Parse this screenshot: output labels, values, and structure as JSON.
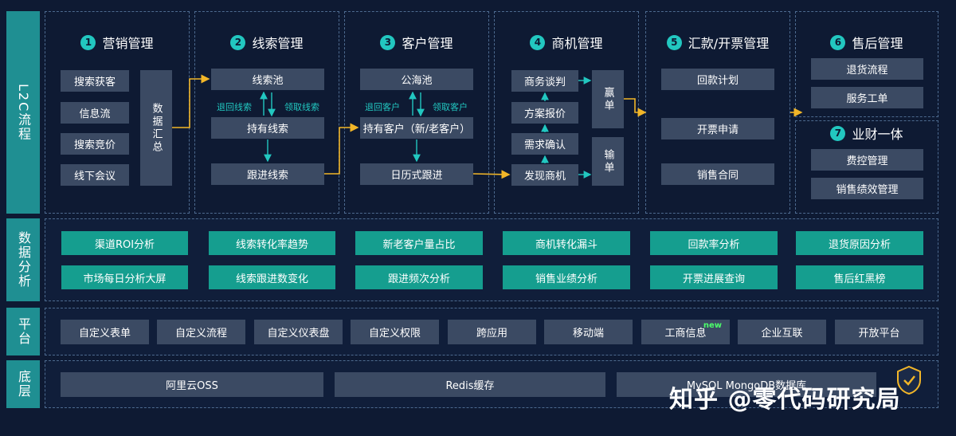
{
  "side_labels": {
    "l2c": "L2C流程",
    "analysis": "数据分析",
    "platform": "平台",
    "bottom": "底层"
  },
  "stages": [
    {
      "num": "1",
      "title": "营销管理"
    },
    {
      "num": "2",
      "title": "线索管理"
    },
    {
      "num": "3",
      "title": "客户管理"
    },
    {
      "num": "4",
      "title": "商机管理"
    },
    {
      "num": "5",
      "title": "汇款/开票管理"
    },
    {
      "num": "6",
      "title": "售后管理"
    },
    {
      "num": "7",
      "title": "业财一体"
    }
  ],
  "marketing": {
    "items": [
      "搜索获客",
      "信息流",
      "搜索竞价",
      "线下会议"
    ],
    "summary": "数据汇总"
  },
  "leads": {
    "pool": "线索池",
    "held": "持有线索",
    "follow": "跟进线索",
    "return_label": "退回线索",
    "claim_label": "领取线索"
  },
  "customers": {
    "pool": "公海池",
    "held": "持有客户（新/老客户）",
    "calendar": "日历式跟进",
    "return_label": "退回客户",
    "claim_label": "领取客户"
  },
  "opportunity": {
    "items": [
      "商务谈判",
      "方案报价",
      "需求确认",
      "发现商机"
    ],
    "win": "赢单",
    "lose": "输单"
  },
  "payment": {
    "items": [
      "回款计划",
      "开票申请",
      "销售合同"
    ]
  },
  "aftersales": {
    "items": [
      "退货流程",
      "服务工单"
    ]
  },
  "finance": {
    "items": [
      "费控管理",
      "销售绩效管理"
    ]
  },
  "analysis": {
    "row1": [
      "渠道ROI分析",
      "线索转化率趋势",
      "新老客户量占比",
      "商机转化漏斗",
      "回款率分析",
      "退货原因分析"
    ],
    "row2": [
      "市场每日分析大屏",
      "线索跟进数变化",
      "跟进频次分析",
      "销售业绩分析",
      "开票进展查询",
      "售后红黑榜"
    ]
  },
  "platform": {
    "items": [
      "自定义表单",
      "自定义流程",
      "自定义仪表盘",
      "自定义权限",
      "跨应用",
      "移动端",
      "工商信息",
      "企业互联",
      "开放平台"
    ],
    "new_badge": "new"
  },
  "bottom": {
    "items": [
      "阿里云OSS",
      "Redis缓存",
      "MySQL MongoDB数据库"
    ]
  },
  "watermark": "知乎 @零代码研究局",
  "colors": {
    "background": "#0e1a33",
    "teal": "#1f8f92",
    "box_gray": "#3b4a63",
    "box_teal": "#159e8f",
    "arrow_yellow": "#f2b628",
    "accent": "#22c7c0"
  }
}
